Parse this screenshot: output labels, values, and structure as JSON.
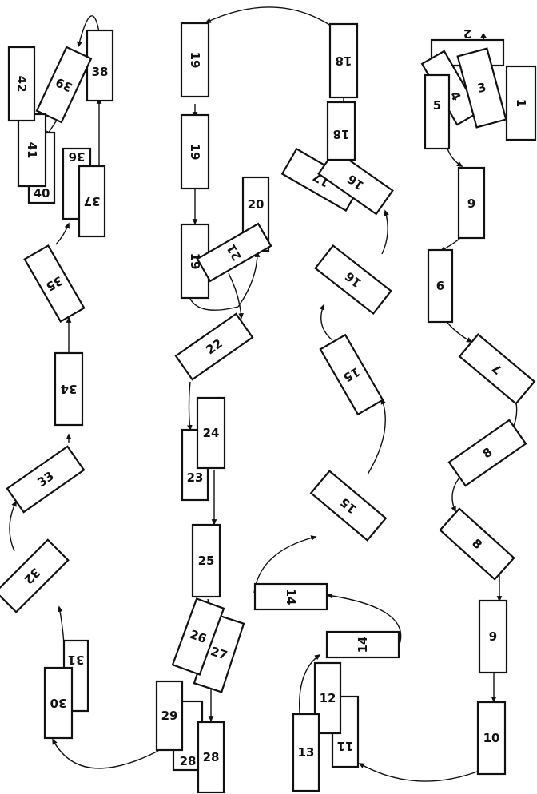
{
  "colors": {
    "stroke": "#111111",
    "background": "#ffffff"
  },
  "nodes": [
    "1",
    "2",
    "3",
    "4",
    "5",
    "6",
    "6",
    "7",
    "8",
    "8",
    "9",
    "10",
    "11",
    "12",
    "13",
    "14",
    "14",
    "15",
    "15",
    "16",
    "16",
    "17",
    "18",
    "18",
    "19",
    "19",
    "19",
    "20",
    "21",
    "22",
    "23",
    "24",
    "25",
    "26",
    "27",
    "28",
    "28",
    "29",
    "30",
    "31",
    "32",
    "33",
    "34",
    "35",
    "36",
    "37",
    "38",
    "39",
    "40",
    "41",
    "42"
  ]
}
